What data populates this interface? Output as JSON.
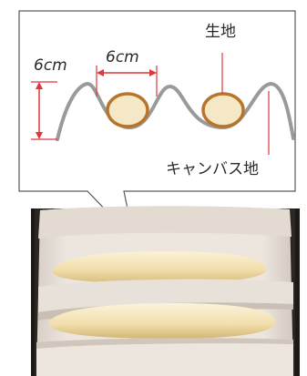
{
  "labels": {
    "width_left": "6cm",
    "width_middle": "6cm",
    "dough": "生地",
    "canvas": "キャンバス地"
  },
  "colors": {
    "measure_red": "#e0353b",
    "canvas_gray": "#9a9a9a",
    "dough_fill": "#f4e8c6",
    "dough_outline": "#b8742a"
  },
  "photo": {
    "subject": "baguettes-proofing-in-canvas-couche"
  }
}
